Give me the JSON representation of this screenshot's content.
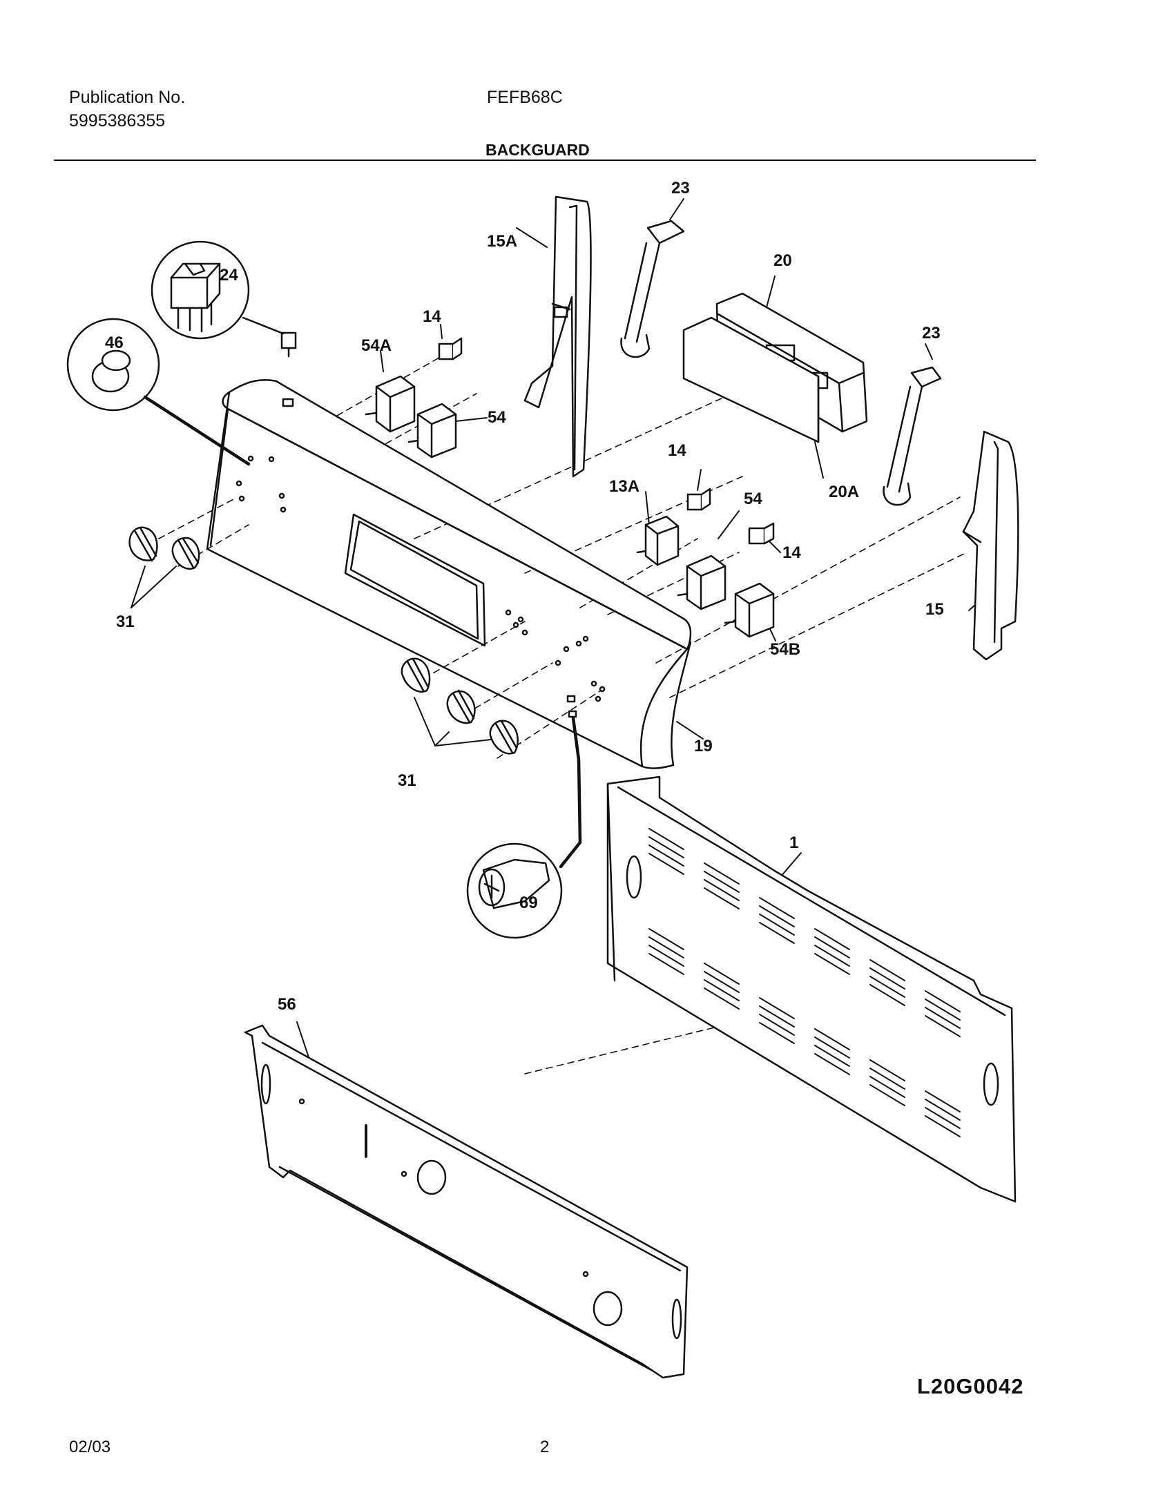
{
  "header": {
    "publication_label": "Publication No.",
    "publication_number": "5995386355",
    "model": "FEFB68C",
    "section_title": "BACKGUARD"
  },
  "callouts": {
    "c23_top": "23",
    "c15A": "15A",
    "c20": "20",
    "c24": "24",
    "c46": "46",
    "c14_top": "14",
    "c54A": "54A",
    "c54_upper": "54",
    "c23_right": "23",
    "c14_mid": "14",
    "c13A": "13A",
    "c54_mid": "54",
    "c20A": "20A",
    "c14_right": "14",
    "c15": "15",
    "c54B": "54B",
    "c31_left": "31",
    "c19": "19",
    "c31_bottom": "31",
    "c69": "69",
    "c1": "1",
    "c56": "56"
  },
  "drawing_id": "L20G0042",
  "footer": {
    "date": "02/03",
    "page": "2"
  }
}
